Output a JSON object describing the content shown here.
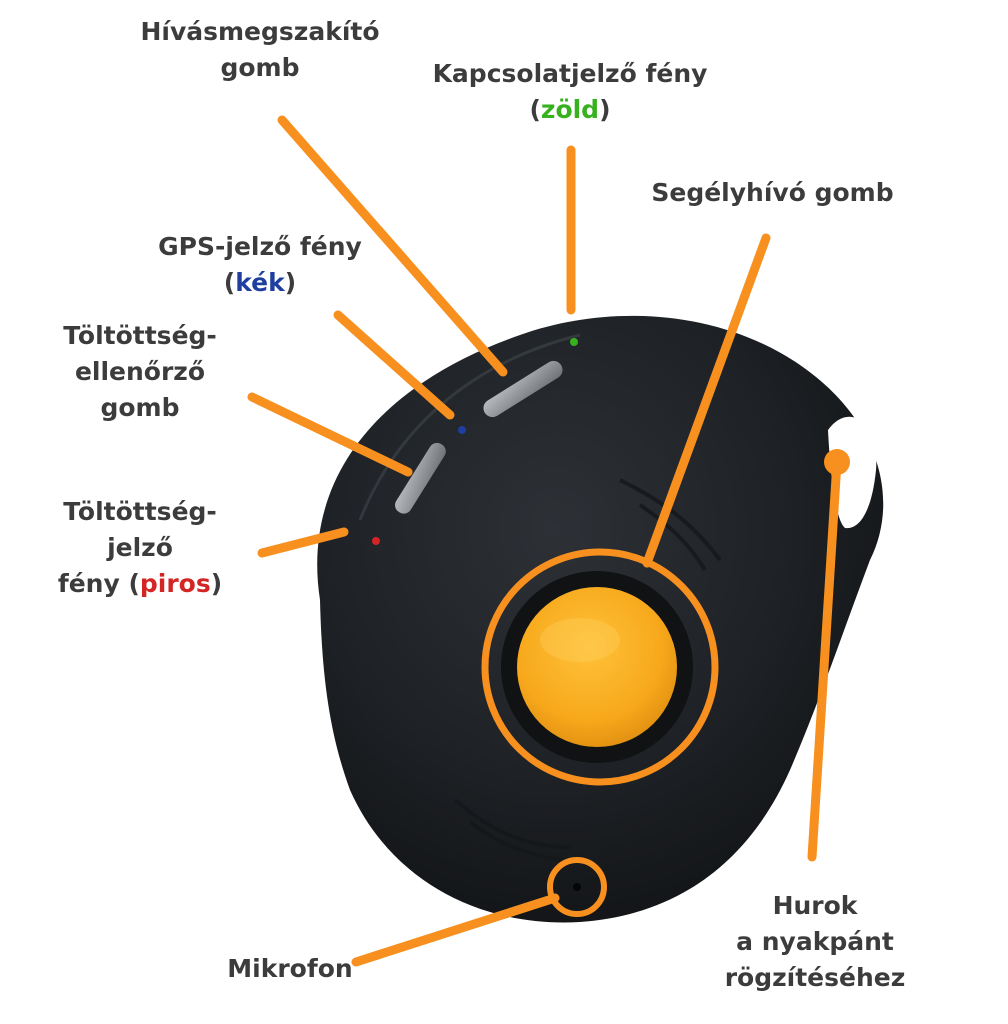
{
  "colors": {
    "pointer": "#f7901e",
    "device_body": "#1c1f22",
    "sos_button": "#f7a81b",
    "led_green": "#37b11e",
    "led_blue": "#1f3fa0",
    "led_red": "#d42525",
    "label_text": "#3c3c3c"
  },
  "labels": {
    "call_end_button": {
      "line1": "Hívásmegszakító",
      "line2": "gomb"
    },
    "connection_light": {
      "line1": "Kapcsolatjelző fény",
      "open": "(",
      "color_word": "zöld",
      "close": ")"
    },
    "sos_button": {
      "text": "Segélyhívó gomb"
    },
    "gps_light": {
      "line1": "GPS-jelző fény",
      "open": "(",
      "color_word": "kék",
      "close": ")"
    },
    "battery_check_button": {
      "line1": "Töltöttség-",
      "line2": "ellenőrző",
      "line3": "gomb"
    },
    "battery_light": {
      "line1": "Töltöttség-",
      "line2": "jelző",
      "line3_prefix": "fény (",
      "color_word": "piros",
      "close": ")"
    },
    "microphone": {
      "text": "Mikrofon"
    },
    "lanyard_loop": {
      "line1": "Hurok",
      "line2": "a nyakpánt",
      "line3": "rögzítéséhez"
    }
  }
}
